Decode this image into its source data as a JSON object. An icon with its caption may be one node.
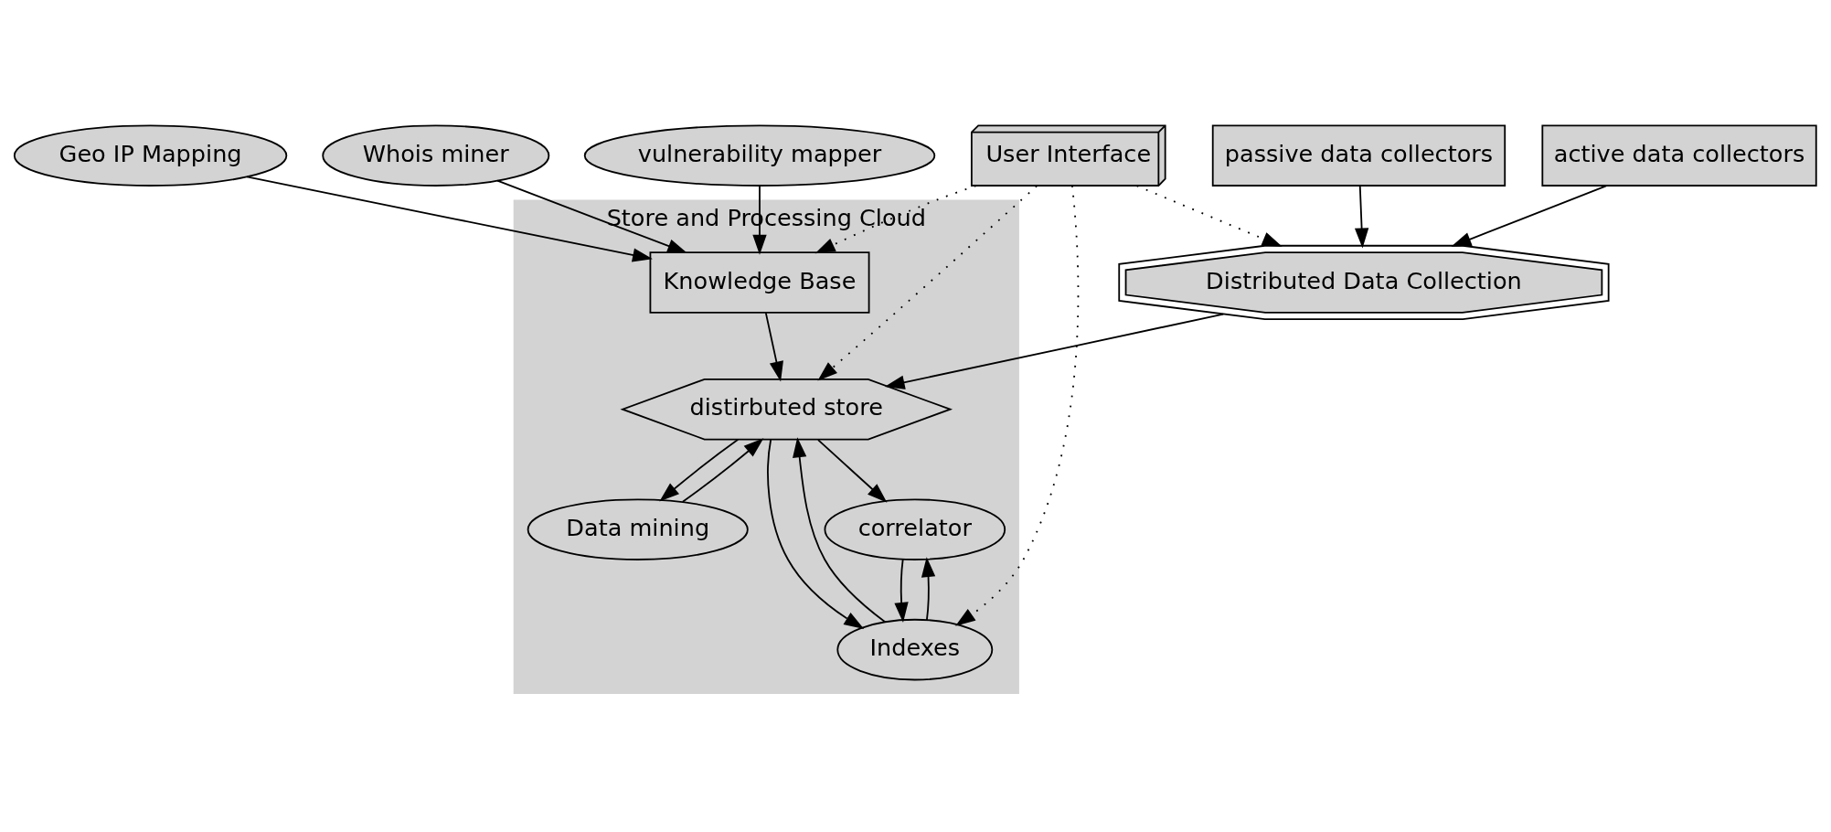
{
  "diagram": {
    "nodes": [
      {
        "text": [
          "Geo IP Mapping"
        ]
      },
      {
        "text": [
          "Whois miner"
        ]
      },
      {
        "text": [
          "vulnerability mapper"
        ]
      },
      {
        "text": [
          "User Interface"
        ]
      },
      {
        "text": [
          "passive data collectors"
        ]
      },
      {
        "text": [
          "active data collectors"
        ]
      },
      {
        "text": [
          "Store and Processing Cloud"
        ]
      },
      {
        "text": [
          "Knowledge Base"
        ],
        "in": 6
      },
      {
        "text": [
          "Distributed Data Collection"
        ]
      },
      {
        "text": [
          "distirbuted store"
        ],
        "in": 6
      },
      {
        "text": [
          "correlator"
        ],
        "in": 6
      },
      {
        "text": [
          "Data mining"
        ],
        "in": 6
      },
      {
        "text": [
          "Indexes"
        ],
        "in": 6
      }
    ],
    "edges": [
      {
        "from": 0,
        "to": 7,
        "arrow": "to"
      },
      {
        "from": 1,
        "to": 7,
        "arrow": "to"
      },
      {
        "from": 2,
        "to": 7,
        "arrow": "to"
      },
      {
        "from": 3,
        "to": 7,
        "arrow": "to",
        "style": "dashed"
      },
      {
        "from": 3,
        "to": 9,
        "arrow": "to",
        "style": "dashed"
      },
      {
        "from": 3,
        "to": 8,
        "arrow": "to",
        "style": "dashed"
      },
      {
        "from": 3,
        "to": 12,
        "arrow": "to",
        "style": "dashed"
      },
      {
        "from": 4,
        "to": 8,
        "arrow": "to"
      },
      {
        "from": 5,
        "to": 8,
        "arrow": "to"
      },
      {
        "from": 7,
        "to": 9,
        "arrow": "to"
      },
      {
        "from": 8,
        "to": 9,
        "arrow": "to"
      },
      {
        "from": 9,
        "to": 10,
        "arrow": "to"
      },
      {
        "from": 9,
        "to": 12,
        "arrow": "to"
      },
      {
        "from": 12,
        "to": 9,
        "arrow": "to"
      },
      {
        "from": 9,
        "to": 11,
        "arrow": "to"
      },
      {
        "from": 11,
        "to": 9,
        "arrow": "to"
      },
      {
        "from": 10,
        "to": 12,
        "arrow": "to"
      },
      {
        "from": 12,
        "to": 10,
        "arrow": "to"
      }
    ]
  }
}
